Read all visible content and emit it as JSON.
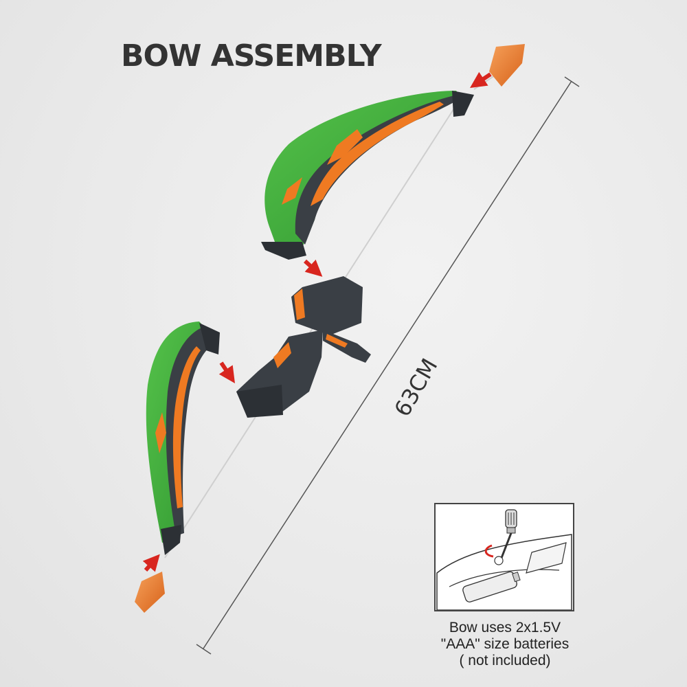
{
  "title": "BOW ASSEMBLY",
  "dimension": {
    "label": "63CM"
  },
  "battery_note": {
    "line1": "Bow uses 2x1.5V",
    "line2": "\"AAA\" size batteries",
    "line3": "( not included)"
  },
  "colors": {
    "limb_green": "#3fae3a",
    "limb_orange": "#ef7a22",
    "body_dark": "#3a3f45",
    "arrow_red": "#d8261f",
    "tip_orange": "#ee7d2a"
  },
  "icons": [
    "red-arrow-icon",
    "screwdriver-icon",
    "battery-icon"
  ]
}
